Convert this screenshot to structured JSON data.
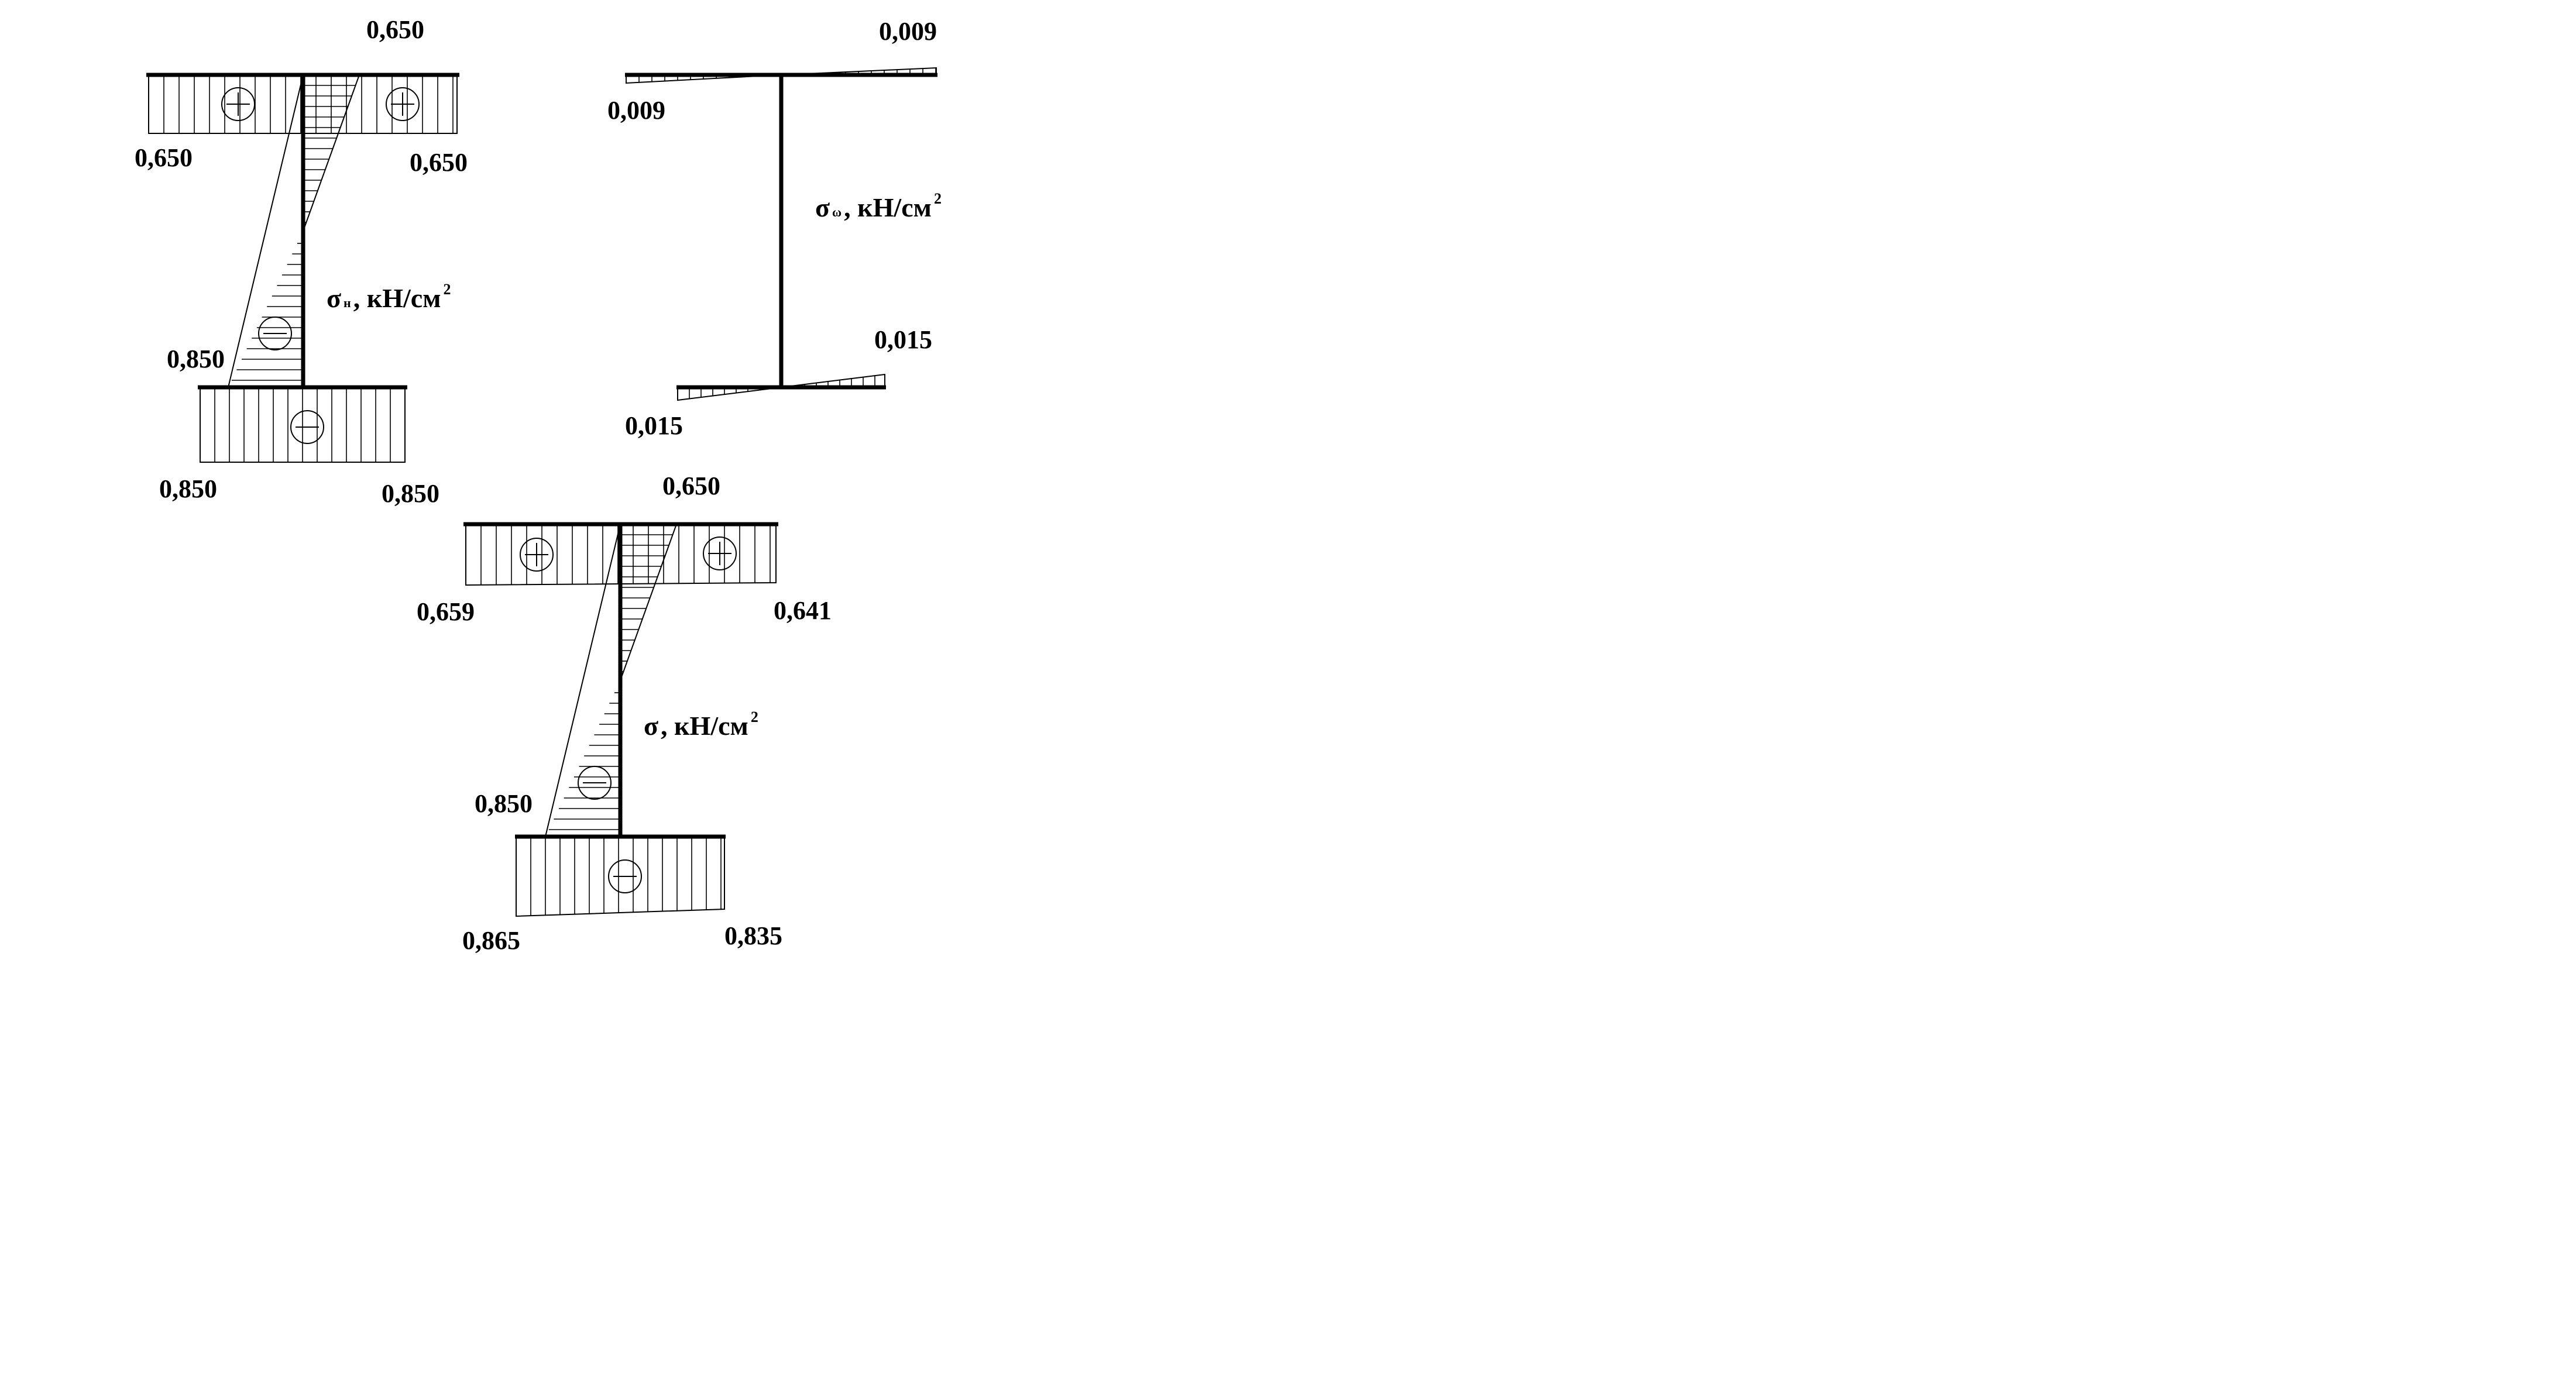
{
  "diagrams": [
    {
      "id": "sigma-n",
      "label": {
        "symbol": "σ",
        "subscript": "н",
        "unit": ", кН/см",
        "power": "2"
      },
      "values": {
        "top_center": "0,650",
        "top_left": "0,650",
        "top_right": "0,650",
        "web_bottom": "0,850",
        "bottom_left": "0,850",
        "bottom_right": "0,850"
      },
      "signs": [
        "+",
        "+",
        "−",
        "−"
      ]
    },
    {
      "id": "sigma-omega",
      "label": {
        "symbol": "σ",
        "subscript": "ω",
        "unit": ", кН/см",
        "power": "2"
      },
      "values": {
        "top_right": "0,009",
        "top_left": "0,009",
        "bottom_right": "0,015",
        "bottom_left": "0,015"
      }
    },
    {
      "id": "sigma-total",
      "label": {
        "symbol": "σ",
        "subscript": "",
        "unit": ", кН/см",
        "power": "2"
      },
      "values": {
        "top_center": "0,650",
        "top_left": "0,659",
        "top_right": "0,641",
        "web_bottom": "0,850",
        "bottom_left": "0,865",
        "bottom_right": "0,835"
      },
      "signs": [
        "+",
        "+",
        "−",
        "−"
      ]
    }
  ]
}
